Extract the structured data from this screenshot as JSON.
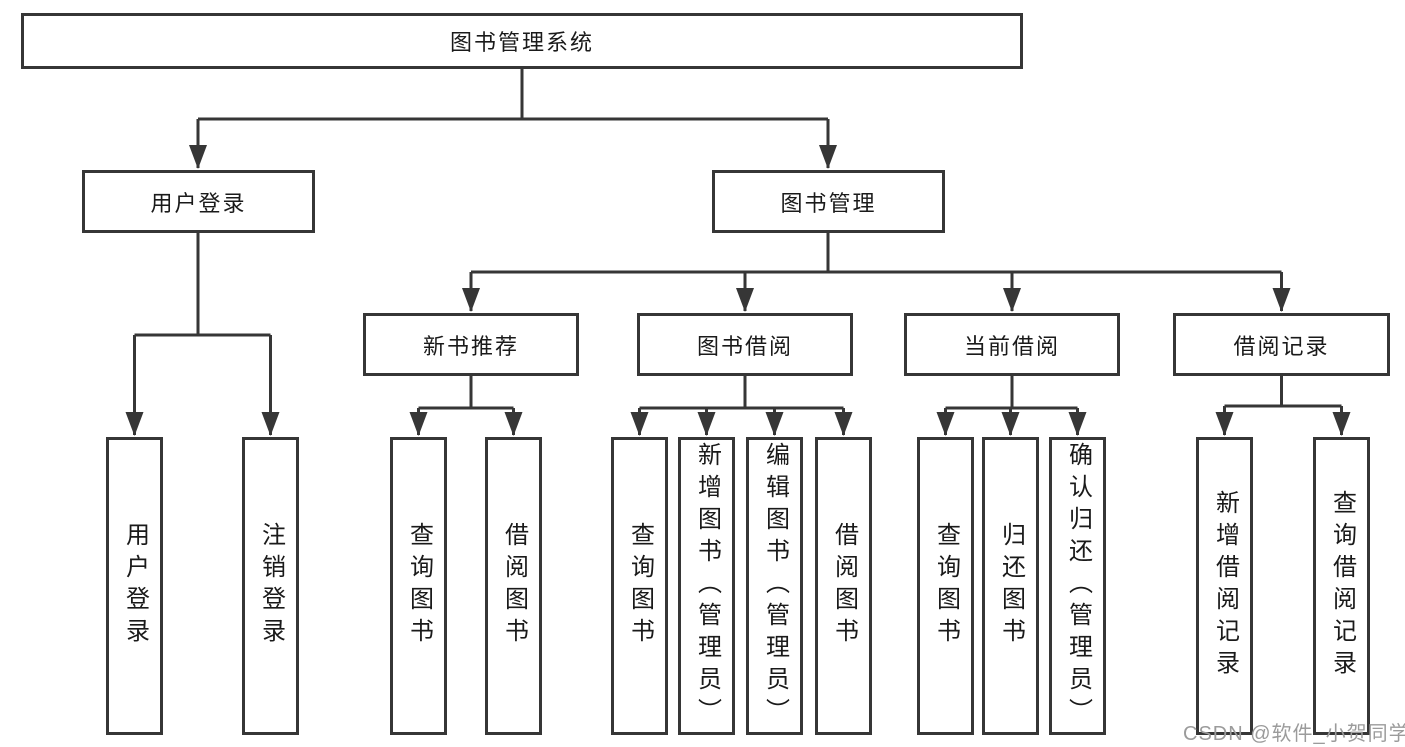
{
  "colors": {
    "line": "#363636",
    "box_border": "#363636",
    "text": "#1a1a1a",
    "background": "#ffffff",
    "watermark": "#9b9b9b"
  },
  "diagram": {
    "root": {
      "label": "图书管理系统"
    },
    "level2": [
      {
        "id": "user-login",
        "label": "用户登录"
      },
      {
        "id": "book-management",
        "label": "图书管理"
      }
    ],
    "level3": [
      {
        "id": "new-book-recommendation",
        "label": "新书推荐",
        "parent": "book-management"
      },
      {
        "id": "book-borrowing",
        "label": "图书借阅",
        "parent": "book-management"
      },
      {
        "id": "current-borrowing",
        "label": "当前借阅",
        "parent": "book-management"
      },
      {
        "id": "borrowing-records",
        "label": "借阅记录",
        "parent": "book-management"
      }
    ],
    "leaves": [
      {
        "parent": "user-login",
        "label": "用户登录"
      },
      {
        "parent": "user-login",
        "label": "注销登录"
      },
      {
        "parent": "new-book-recommendation",
        "label": "查询图书"
      },
      {
        "parent": "new-book-recommendation",
        "label": "借阅图书"
      },
      {
        "parent": "book-borrowing",
        "label": "查询图书"
      },
      {
        "parent": "book-borrowing",
        "label": "新增图书（管理员）"
      },
      {
        "parent": "book-borrowing",
        "label": "编辑图书（管理员）"
      },
      {
        "parent": "book-borrowing",
        "label": "借阅图书"
      },
      {
        "parent": "current-borrowing",
        "label": "查询图书"
      },
      {
        "parent": "current-borrowing",
        "label": "归还图书"
      },
      {
        "parent": "current-borrowing",
        "label": "确认归还（管理员）"
      },
      {
        "parent": "borrowing-records",
        "label": "新增借阅记录"
      },
      {
        "parent": "borrowing-records",
        "label": "查询借阅记录"
      }
    ]
  },
  "watermark": {
    "text": "CSDN @软件_小贺同学"
  }
}
